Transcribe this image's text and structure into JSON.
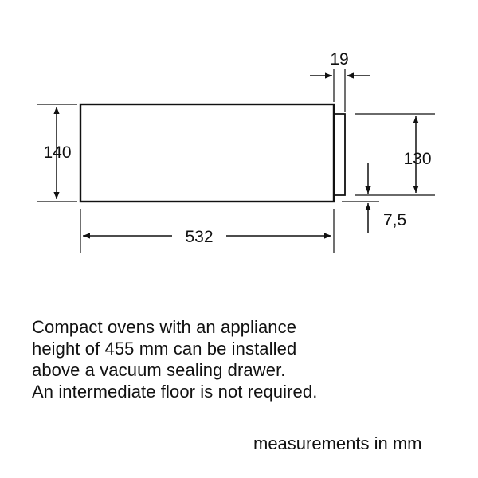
{
  "dimensions": {
    "height_front": "140",
    "height_body": "130",
    "width": "532",
    "depth_panel": "19",
    "offset": "7,5"
  },
  "note": {
    "lines": [
      "Compact ovens with an appliance",
      "height of 455 mm can be installed",
      "above a vacuum sealing drawer.",
      "An intermediate floor is not required."
    ]
  },
  "units_label": "measurements in mm"
}
